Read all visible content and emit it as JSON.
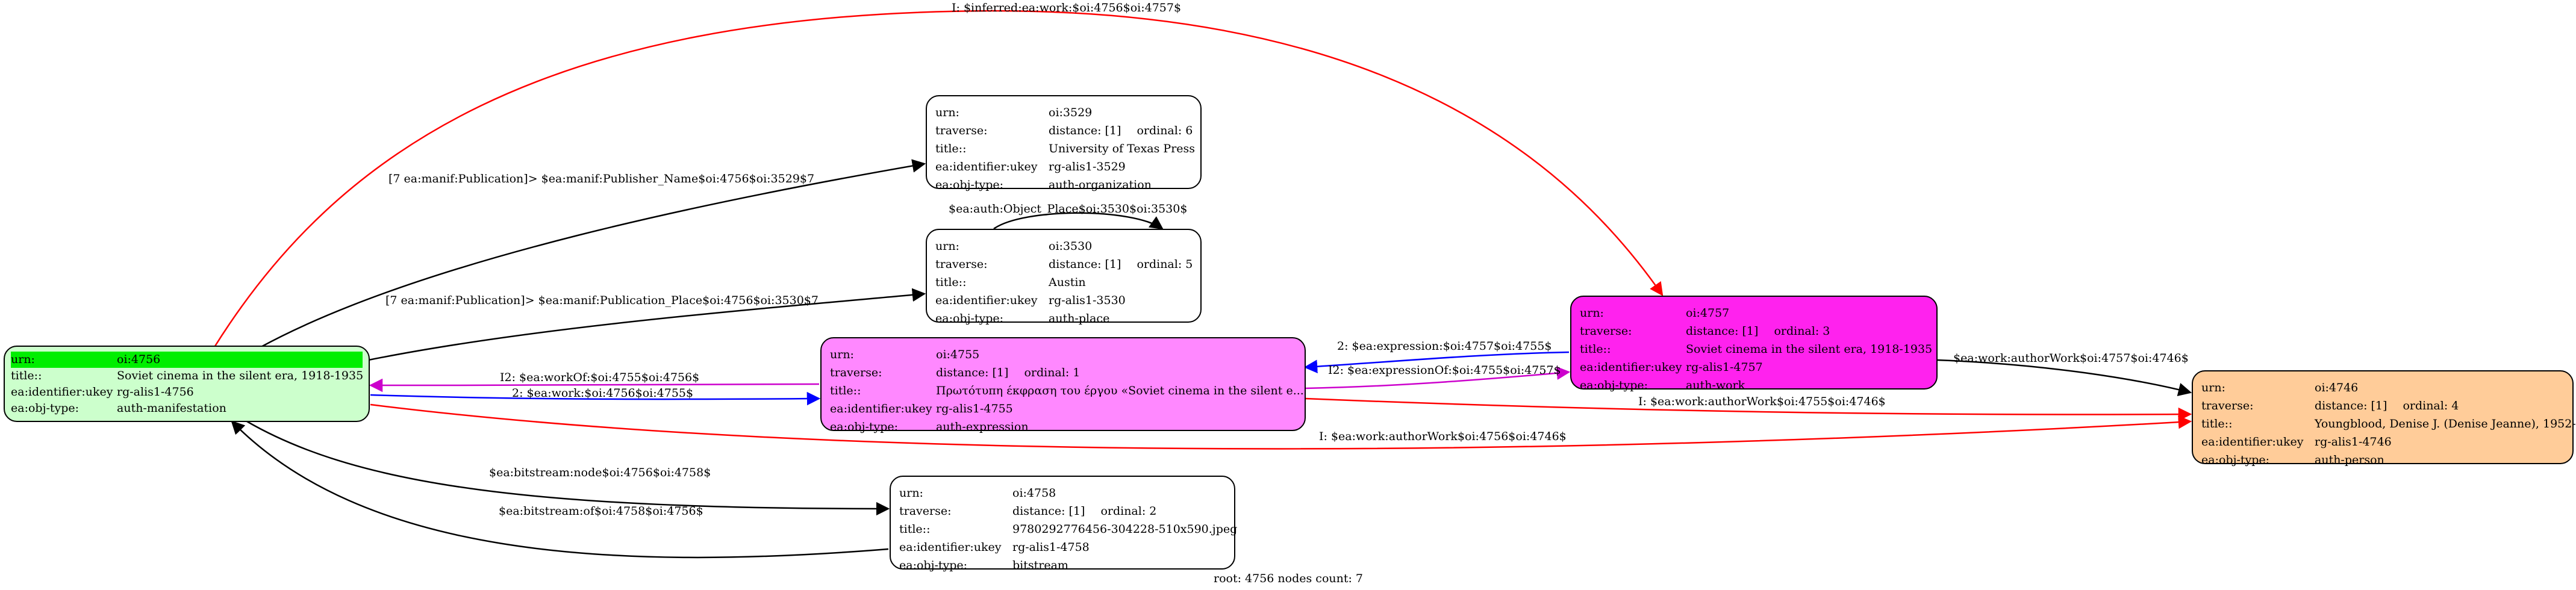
{
  "nodes": {
    "n4756": {
      "fill": "#ccffcc",
      "rows": [
        {
          "key": "urn:",
          "value": "oi:4756",
          "highlight": true
        },
        {
          "key": "title::",
          "value": "Soviet cinema in the silent era, 1918-1935"
        },
        {
          "key": "ea:identifier:ukey",
          "value": "rg-alis1-4756"
        },
        {
          "key": "ea:obj-type:",
          "value": "auth-manifestation"
        }
      ]
    },
    "n3529": {
      "fill": "#ffffff",
      "rows": [
        {
          "key": "urn:",
          "value": "oi:3529"
        },
        {
          "key": "traverse:",
          "value": "distance: [1]",
          "ordinal": "ordinal: 6"
        },
        {
          "key": "title::",
          "value": "University of Texas Press"
        },
        {
          "key": "ea:identifier:ukey",
          "value": "rg-alis1-3529"
        },
        {
          "key": "ea:obj-type:",
          "value": "auth-organization"
        }
      ]
    },
    "n3530": {
      "fill": "#ffffff",
      "rows": [
        {
          "key": "urn:",
          "value": "oi:3530"
        },
        {
          "key": "traverse:",
          "value": "distance: [1]",
          "ordinal": "ordinal: 5"
        },
        {
          "key": "title::",
          "value": "Austin"
        },
        {
          "key": "ea:identifier:ukey",
          "value": "rg-alis1-3530"
        },
        {
          "key": "ea:obj-type:",
          "value": "auth-place"
        }
      ]
    },
    "n4755": {
      "fill": "#ff88ff",
      "rows": [
        {
          "key": "urn:",
          "value": "oi:4755"
        },
        {
          "key": "traverse:",
          "value": "distance: [1]",
          "ordinal": "ordinal: 1"
        },
        {
          "key": "title::",
          "value": "Πρωτότυπη έκφραση του έργου «Soviet cinema in the silent e..."
        },
        {
          "key": "ea:identifier:ukey",
          "value": "rg-alis1-4755"
        },
        {
          "key": "ea:obj-type:",
          "value": "auth-expression"
        }
      ]
    },
    "n4757": {
      "fill": "#ff22ee",
      "rows": [
        {
          "key": "urn:",
          "value": "oi:4757"
        },
        {
          "key": "traverse:",
          "value": "distance: [1]",
          "ordinal": "ordinal: 3"
        },
        {
          "key": "title::",
          "value": "Soviet cinema in the silent era, 1918-1935"
        },
        {
          "key": "ea:identifier:ukey",
          "value": "rg-alis1-4757"
        },
        {
          "key": "ea:obj-type:",
          "value": "auth-work"
        }
      ]
    },
    "n4746": {
      "fill": "#ffcc99",
      "rows": [
        {
          "key": "urn:",
          "value": "oi:4746"
        },
        {
          "key": "traverse:",
          "value": "distance: [1]",
          "ordinal": "ordinal: 4"
        },
        {
          "key": "title::",
          "value": "Youngblood, Denise J. (Denise Jeanne), 1952-"
        },
        {
          "key": "ea:identifier:ukey",
          "value": "rg-alis1-4746"
        },
        {
          "key": "ea:obj-type:",
          "value": "auth-person"
        }
      ]
    },
    "n4758": {
      "fill": "#ffffff",
      "rows": [
        {
          "key": "urn:",
          "value": "oi:4758"
        },
        {
          "key": "traverse:",
          "value": "distance: [1]",
          "ordinal": "ordinal: 2"
        },
        {
          "key": "title::",
          "value": "9780292776456-304228-510x590.jpeg"
        },
        {
          "key": "ea:identifier:ukey",
          "value": "rg-alis1-4758"
        },
        {
          "key": "ea:obj-type:",
          "value": "bitstream"
        }
      ]
    }
  },
  "edges": [
    {
      "label": "I: $inferred:ea:work:$oi:4756$oi:4757$",
      "color": "#ff0000"
    },
    {
      "label": "[7 ea:manif:Publication]> $ea:manif:Publisher_Name$oi:4756$oi:3529$7",
      "color": "#000000"
    },
    {
      "label": "$ea:auth:Object_Place$oi:3530$oi:3530$",
      "color": "#000000"
    },
    {
      "label": "[7 ea:manif:Publication]> $ea:manif:Publication_Place$oi:4756$oi:3530$7",
      "color": "#000000"
    },
    {
      "label": "2: $ea:expression:$oi:4757$oi:4755$",
      "color": "#0000ff"
    },
    {
      "label": "I2: $ea:expressionOf:$oi:4755$oi:4757$",
      "color": "#cc00cc"
    },
    {
      "label": "I2: $ea:workOf:$oi:4755$oi:4756$",
      "color": "#cc00cc"
    },
    {
      "label": "2: $ea:work:$oi:4756$oi:4755$",
      "color": "#0000ff"
    },
    {
      "label": "$ea:work:authorWork$oi:4757$oi:4746$",
      "color": "#000000"
    },
    {
      "label": "I: $ea:work:authorWork$oi:4755$oi:4746$",
      "color": "#ff0000"
    },
    {
      "label": "I: $ea:work:authorWork$oi:4756$oi:4746$",
      "color": "#ff0000"
    },
    {
      "label": "$ea:bitstream:node$oi:4756$oi:4758$",
      "color": "#000000"
    },
    {
      "label": "$ea:bitstream:of$oi:4758$oi:4756$",
      "color": "#000000"
    }
  ],
  "footer": "root: 4756 nodes count: 7"
}
